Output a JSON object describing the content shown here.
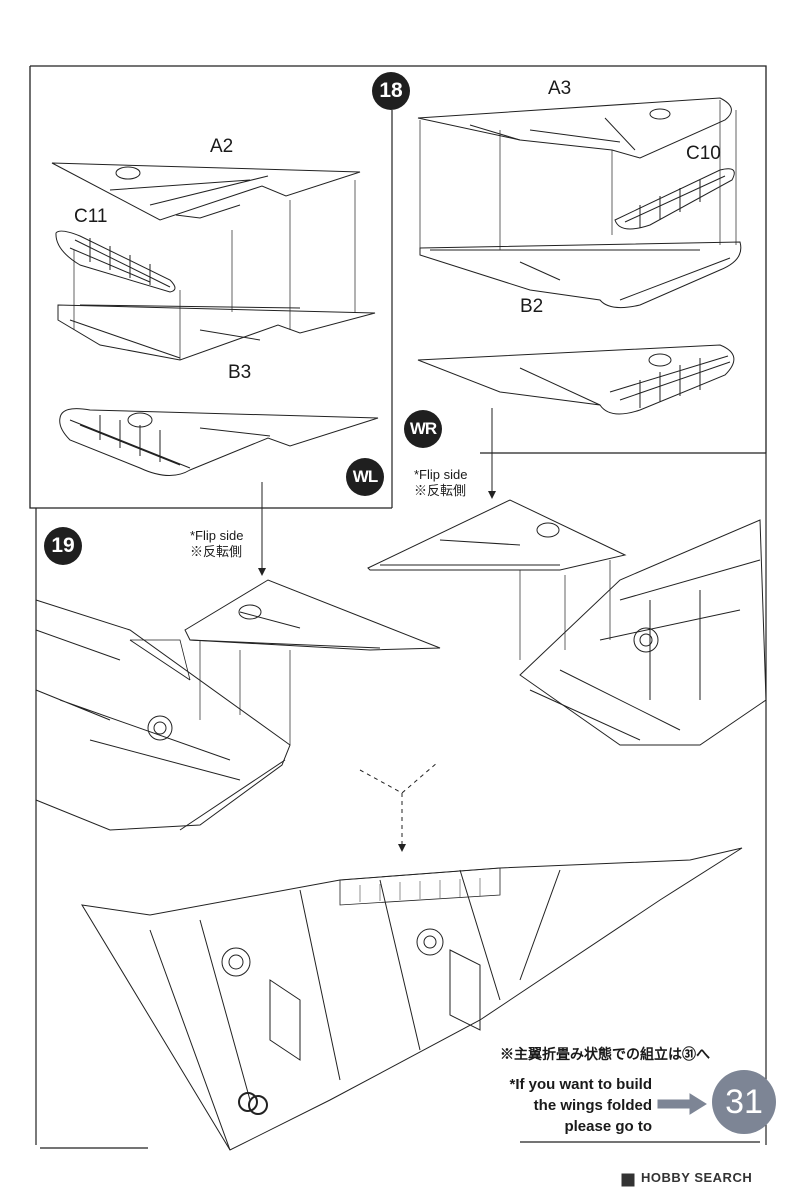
{
  "steps": {
    "step18": "18",
    "step19": "19"
  },
  "parts": {
    "a2": "A2",
    "c11": "C11",
    "b3": "B3",
    "a3": "A3",
    "c10": "C10",
    "b2": "B2"
  },
  "wing_badges": {
    "wl": "WL",
    "wr": "WR"
  },
  "flip_notes": {
    "left_en": "*Flip side",
    "left_jp": "※反転側",
    "right_en": "*Flip side",
    "right_jp": "※反転側"
  },
  "footer_note": {
    "jp": "※主翼折畳み状態での組立は㉛へ",
    "en_line1": "*If you want to build",
    "en_line2": "the wings folded",
    "en_line3": "please go to",
    "goto_step": "31"
  },
  "watermark": "HOBBY SEARCH",
  "colors": {
    "badge": "#1f1f1f",
    "goto_badge": "#7d8595",
    "arrow": "#7d8595"
  },
  "icons": {
    "arrow": "right-arrow-icon",
    "logo": "hobby-search-logo"
  }
}
